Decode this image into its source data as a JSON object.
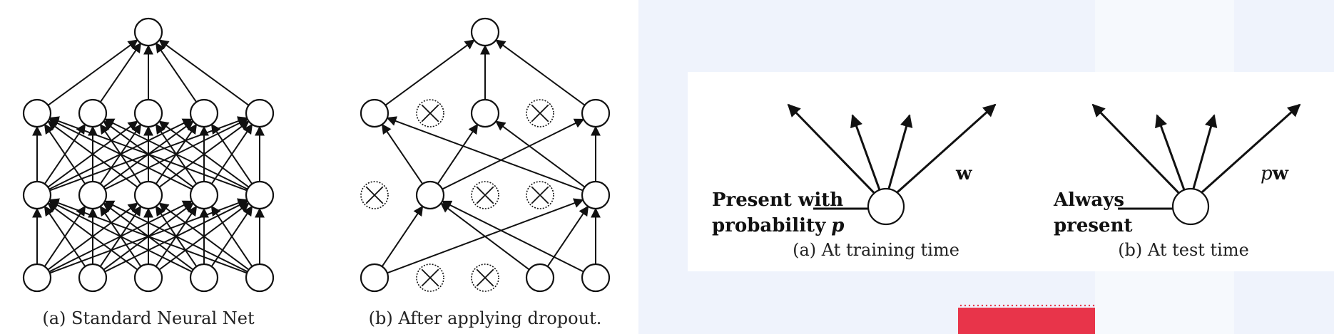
{
  "colors": {
    "bg_right": "#eff3fc",
    "panel": "#ffffff",
    "stripe": "#f5f8fd",
    "accent_red": "#e8344a"
  },
  "figure1": {
    "caption_a": "(a) Standard Neural Net",
    "caption_b": "(b) After applying dropout."
  },
  "figure2": {
    "label_a_line1": "Present with",
    "label_a_line2": "probability",
    "label_a_var": "p",
    "weight_a": "w",
    "caption_a": "(a) At training time",
    "label_b_line1": "Always",
    "label_b_line2": "present",
    "weight_b_var": "p",
    "weight_b": "w",
    "caption_b": "(b) At test time"
  }
}
